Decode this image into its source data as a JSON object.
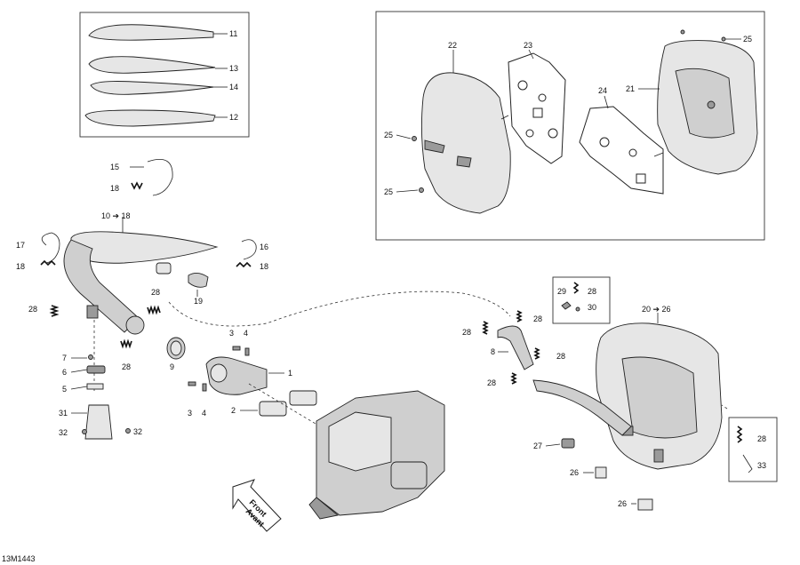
{
  "diagram_id": "13M1443",
  "front_label": "Front",
  "front_label_alt": "Avant",
  "labels": {
    "l1": "1",
    "l2": "2",
    "l3a": "3",
    "l3b": "3",
    "l4a": "4",
    "l4b": "4",
    "l5": "5",
    "l6": "6",
    "l7": "7",
    "l8": "8",
    "l9": "9",
    "l10_18": "10 ➔ 18",
    "l11": "11",
    "l12": "12",
    "l13": "13",
    "l14": "14",
    "l15": "15",
    "l16": "16",
    "l17": "17",
    "l18a": "18",
    "l18b": "18",
    "l18c": "18",
    "l19": "19",
    "l20_26": "20 ➔ 26",
    "l21": "21",
    "l22": "22",
    "l23": "23",
    "l24": "24",
    "l25a": "25",
    "l25b": "25",
    "l25c": "25",
    "l26a": "26",
    "l26b": "26",
    "l27": "27",
    "l28a": "28",
    "l28b": "28",
    "l28c": "28",
    "l28d": "28",
    "l28e": "28",
    "l28f": "28",
    "l28g": "28",
    "l28h": "28",
    "l28i": "28",
    "l29": "29",
    "l30": "30",
    "l31": "31",
    "l32a": "32",
    "l32b": "32",
    "l33": "33"
  }
}
